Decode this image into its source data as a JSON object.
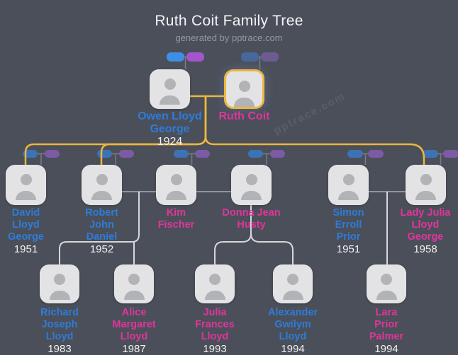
{
  "header": {
    "title": "Ruth Coit Family Tree",
    "subtitle": "generated by pptrace.com"
  },
  "watermark": "pptrace.com",
  "colors": {
    "background": "#4a4f59",
    "card": "#e3e3e5",
    "person_icon": "#b1b3b7",
    "male_name": "#2e7cd9",
    "female_name": "#e0359c",
    "year_text": "#f2f2f3",
    "highlight_gold": "#ecb73e",
    "couple_line": "#8f95a0",
    "descent_line": "#d6d7da",
    "stub_line": "#767c87",
    "pill_blue": "#3d73b4",
    "pill_purple": "#7d5aa4",
    "pill_blue_bright": "#3f8ee6",
    "pill_purple_bright": "#a355ce",
    "pill_blue_dim": "#47689c",
    "pill_purple_dim": "#6c5c92",
    "title_text": "#f3f4f6",
    "subtitle_text": "#9298a4"
  },
  "people": [
    {
      "name": "Owen Lloyd\nGeorge",
      "year": "1924",
      "color": "#2e7cd9"
    },
    {
      "name": "Ruth Coit",
      "color": "#e0359c"
    },
    {
      "name": "David\nLloyd\nGeorge",
      "year": "1951",
      "color": "#2e7cd9"
    },
    {
      "name": "Robert\nJohn\nDaniel",
      "year": "1952",
      "color": "#2e7cd9"
    },
    {
      "name": "Kim\nFischer",
      "color": "#e0359c"
    },
    {
      "name": "Donna Jean\nHusty",
      "color": "#e0359c"
    },
    {
      "name": "Simon\nErroll\nPrior",
      "year": "1951",
      "color": "#2e7cd9"
    },
    {
      "name": "Lady Julia\nLloyd\nGeorge",
      "year": "1958",
      "color": "#e0359c"
    },
    {
      "name": "Richard\nJoseph\nLloyd",
      "year": "1983",
      "color": "#2e7cd9"
    },
    {
      "name": "Alice\nMargaret\nLloyd",
      "year": "1987",
      "color": "#e0359c"
    },
    {
      "name": "Julia\nFrances\nLloyd",
      "year": "1993",
      "color": "#e0359c"
    },
    {
      "name": "Alexander\nGwilym\nLloyd",
      "year": "1994",
      "color": "#2e7cd9"
    },
    {
      "name": "Lara\nPrior\nPalmer",
      "year": "1994",
      "color": "#e0359c"
    }
  ]
}
